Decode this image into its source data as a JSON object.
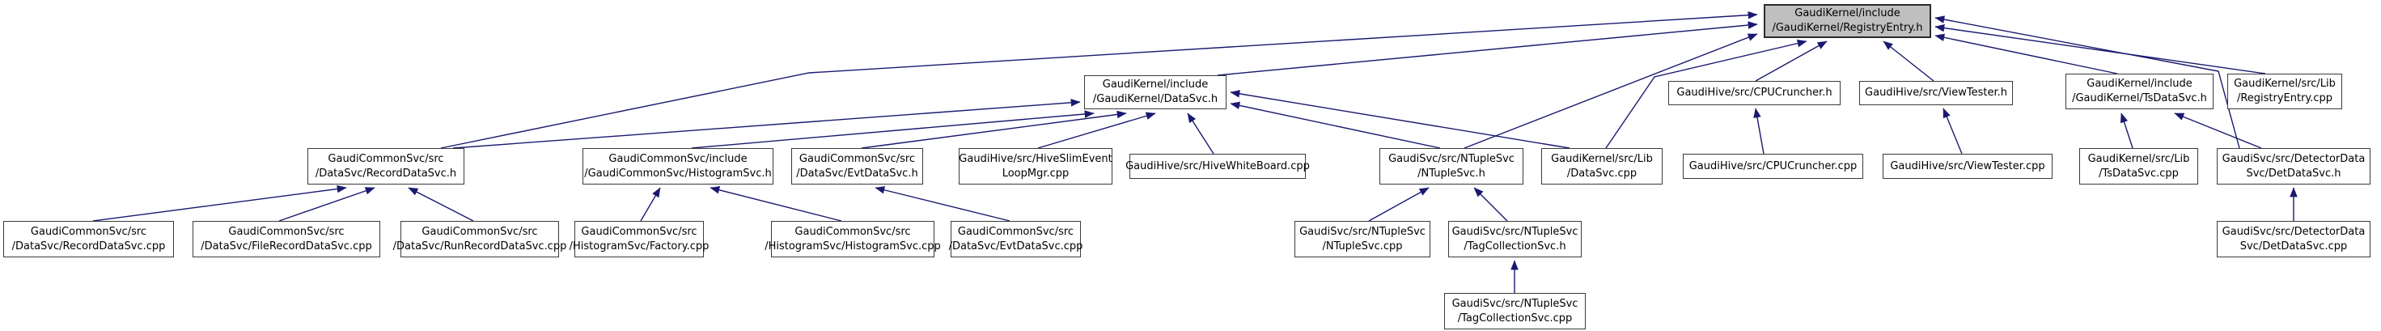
{
  "diagram": {
    "type": "doxygen-included-by-dependency-graph",
    "root_file": "GaudiKernel/include/GaudiKernel/RegistryEntry.h",
    "colors": {
      "edge": "#191970",
      "root_fill": "#bfbfbf",
      "node_fill": "#ffffff",
      "node_border": "#3a3a3a",
      "background": "#ffffff"
    }
  },
  "nodes": [
    {
      "id": "registry-entry-h",
      "label": "GaudiKernel/include\n/GaudiKernel/RegistryEntry.h"
    },
    {
      "id": "datasvc-h",
      "label": "GaudiKernel/include\n/GaudiKernel/DataSvc.h"
    },
    {
      "id": "cpucruncher-h",
      "label": "GaudiHive/src/CPUCruncher.h"
    },
    {
      "id": "viewtester-h",
      "label": "GaudiHive/src/ViewTester.h"
    },
    {
      "id": "tsdatasvc-h",
      "label": "GaudiKernel/include\n/GaudiKernel/TsDataSvc.h"
    },
    {
      "id": "registryentry-cpp",
      "label": "GaudiKernel/src/Lib\n/RegistryEntry.cpp"
    },
    {
      "id": "recorddatasvc-h",
      "label": "GaudiCommonSvc/src\n/DataSvc/RecordDataSvc.h"
    },
    {
      "id": "histogramsvc-h",
      "label": "GaudiCommonSvc/include\n/GaudiCommonSvc/HistogramSvc.h"
    },
    {
      "id": "evtdatasvc-h",
      "label": "GaudiCommonSvc/src\n/DataSvc/EvtDataSvc.h"
    },
    {
      "id": "hiveslimeventloopmgr-cpp",
      "label": "GaudiHive/src/HiveSlimEvent\nLoopMgr.cpp"
    },
    {
      "id": "hivewhiteboard-cpp",
      "label": "GaudiHive/src/HiveWhiteBoard.cpp"
    },
    {
      "id": "ntuplesvc-h",
      "label": "GaudiSvc/src/NTupleSvc\n/NTupleSvc.h"
    },
    {
      "id": "datasvc-cpp",
      "label": "GaudiKernel/src/Lib\n/DataSvc.cpp"
    },
    {
      "id": "cpucruncher-cpp",
      "label": "GaudiHive/src/CPUCruncher.cpp"
    },
    {
      "id": "viewtester-cpp",
      "label": "GaudiHive/src/ViewTester.cpp"
    },
    {
      "id": "tsdatasvc-cpp",
      "label": "GaudiKernel/src/Lib\n/TsDataSvc.cpp"
    },
    {
      "id": "detdatasvc-h",
      "label": "GaudiSvc/src/DetectorData\nSvc/DetDataSvc.h"
    },
    {
      "id": "recorddatasvc-cpp",
      "label": "GaudiCommonSvc/src\n/DataSvc/RecordDataSvc.cpp"
    },
    {
      "id": "filerecorddatasvc-cpp",
      "label": "GaudiCommonSvc/src\n/DataSvc/FileRecordDataSvc.cpp"
    },
    {
      "id": "runrecorddatasvc-cpp",
      "label": "GaudiCommonSvc/src\n/DataSvc/RunRecordDataSvc.cpp"
    },
    {
      "id": "factory-cpp",
      "label": "GaudiCommonSvc/src\n/HistogramSvc/Factory.cpp"
    },
    {
      "id": "histogramsvc-cpp",
      "label": "GaudiCommonSvc/src\n/HistogramSvc/HistogramSvc.cpp"
    },
    {
      "id": "evtdatasvc-cpp",
      "label": "GaudiCommonSvc/src\n/DataSvc/EvtDataSvc.cpp"
    },
    {
      "id": "ntuplesvc-cpp",
      "label": "GaudiSvc/src/NTupleSvc\n/NTupleSvc.cpp"
    },
    {
      "id": "tagcollectionsvc-h",
      "label": "GaudiSvc/src/NTupleSvc\n/TagCollectionSvc.h"
    },
    {
      "id": "detdatasvc-cpp",
      "label": "GaudiSvc/src/DetectorData\nSvc/DetDataSvc.cpp"
    },
    {
      "id": "tagcollectionsvc-cpp",
      "label": "GaudiSvc/src/NTupleSvc\n/TagCollectionSvc.cpp"
    }
  ],
  "edges": [
    {
      "from": "datasvc-h",
      "to": "registry-entry-h"
    },
    {
      "from": "recorddatasvc-h",
      "to": "registry-entry-h"
    },
    {
      "from": "ntuplesvc-h",
      "to": "registry-entry-h"
    },
    {
      "from": "datasvc-cpp",
      "to": "registry-entry-h"
    },
    {
      "from": "cpucruncher-h",
      "to": "registry-entry-h"
    },
    {
      "from": "viewtester-h",
      "to": "registry-entry-h"
    },
    {
      "from": "tsdatasvc-h",
      "to": "registry-entry-h"
    },
    {
      "from": "registryentry-cpp",
      "to": "registry-entry-h"
    },
    {
      "from": "detdatasvc-h",
      "to": "registry-entry-h"
    },
    {
      "from": "recorddatasvc-h",
      "to": "datasvc-h"
    },
    {
      "from": "histogramsvc-h",
      "to": "datasvc-h"
    },
    {
      "from": "evtdatasvc-h",
      "to": "datasvc-h"
    },
    {
      "from": "hiveslimeventloopmgr-cpp",
      "to": "datasvc-h"
    },
    {
      "from": "hivewhiteboard-cpp",
      "to": "datasvc-h"
    },
    {
      "from": "ntuplesvc-h",
      "to": "datasvc-h"
    },
    {
      "from": "datasvc-cpp",
      "to": "datasvc-h"
    },
    {
      "from": "cpucruncher-cpp",
      "to": "cpucruncher-h"
    },
    {
      "from": "viewtester-cpp",
      "to": "viewtester-h"
    },
    {
      "from": "tsdatasvc-cpp",
      "to": "tsdatasvc-h"
    },
    {
      "from": "detdatasvc-h",
      "to": "tsdatasvc-h"
    },
    {
      "from": "recorddatasvc-cpp",
      "to": "recorddatasvc-h"
    },
    {
      "from": "filerecorddatasvc-cpp",
      "to": "recorddatasvc-h"
    },
    {
      "from": "runrecorddatasvc-cpp",
      "to": "recorddatasvc-h"
    },
    {
      "from": "factory-cpp",
      "to": "histogramsvc-h"
    },
    {
      "from": "histogramsvc-cpp",
      "to": "histogramsvc-h"
    },
    {
      "from": "evtdatasvc-cpp",
      "to": "evtdatasvc-h"
    },
    {
      "from": "ntuplesvc-cpp",
      "to": "ntuplesvc-h"
    },
    {
      "from": "tagcollectionsvc-h",
      "to": "ntuplesvc-h"
    },
    {
      "from": "tagcollectionsvc-cpp",
      "to": "tagcollectionsvc-h"
    },
    {
      "from": "detdatasvc-cpp",
      "to": "detdatasvc-h"
    }
  ]
}
